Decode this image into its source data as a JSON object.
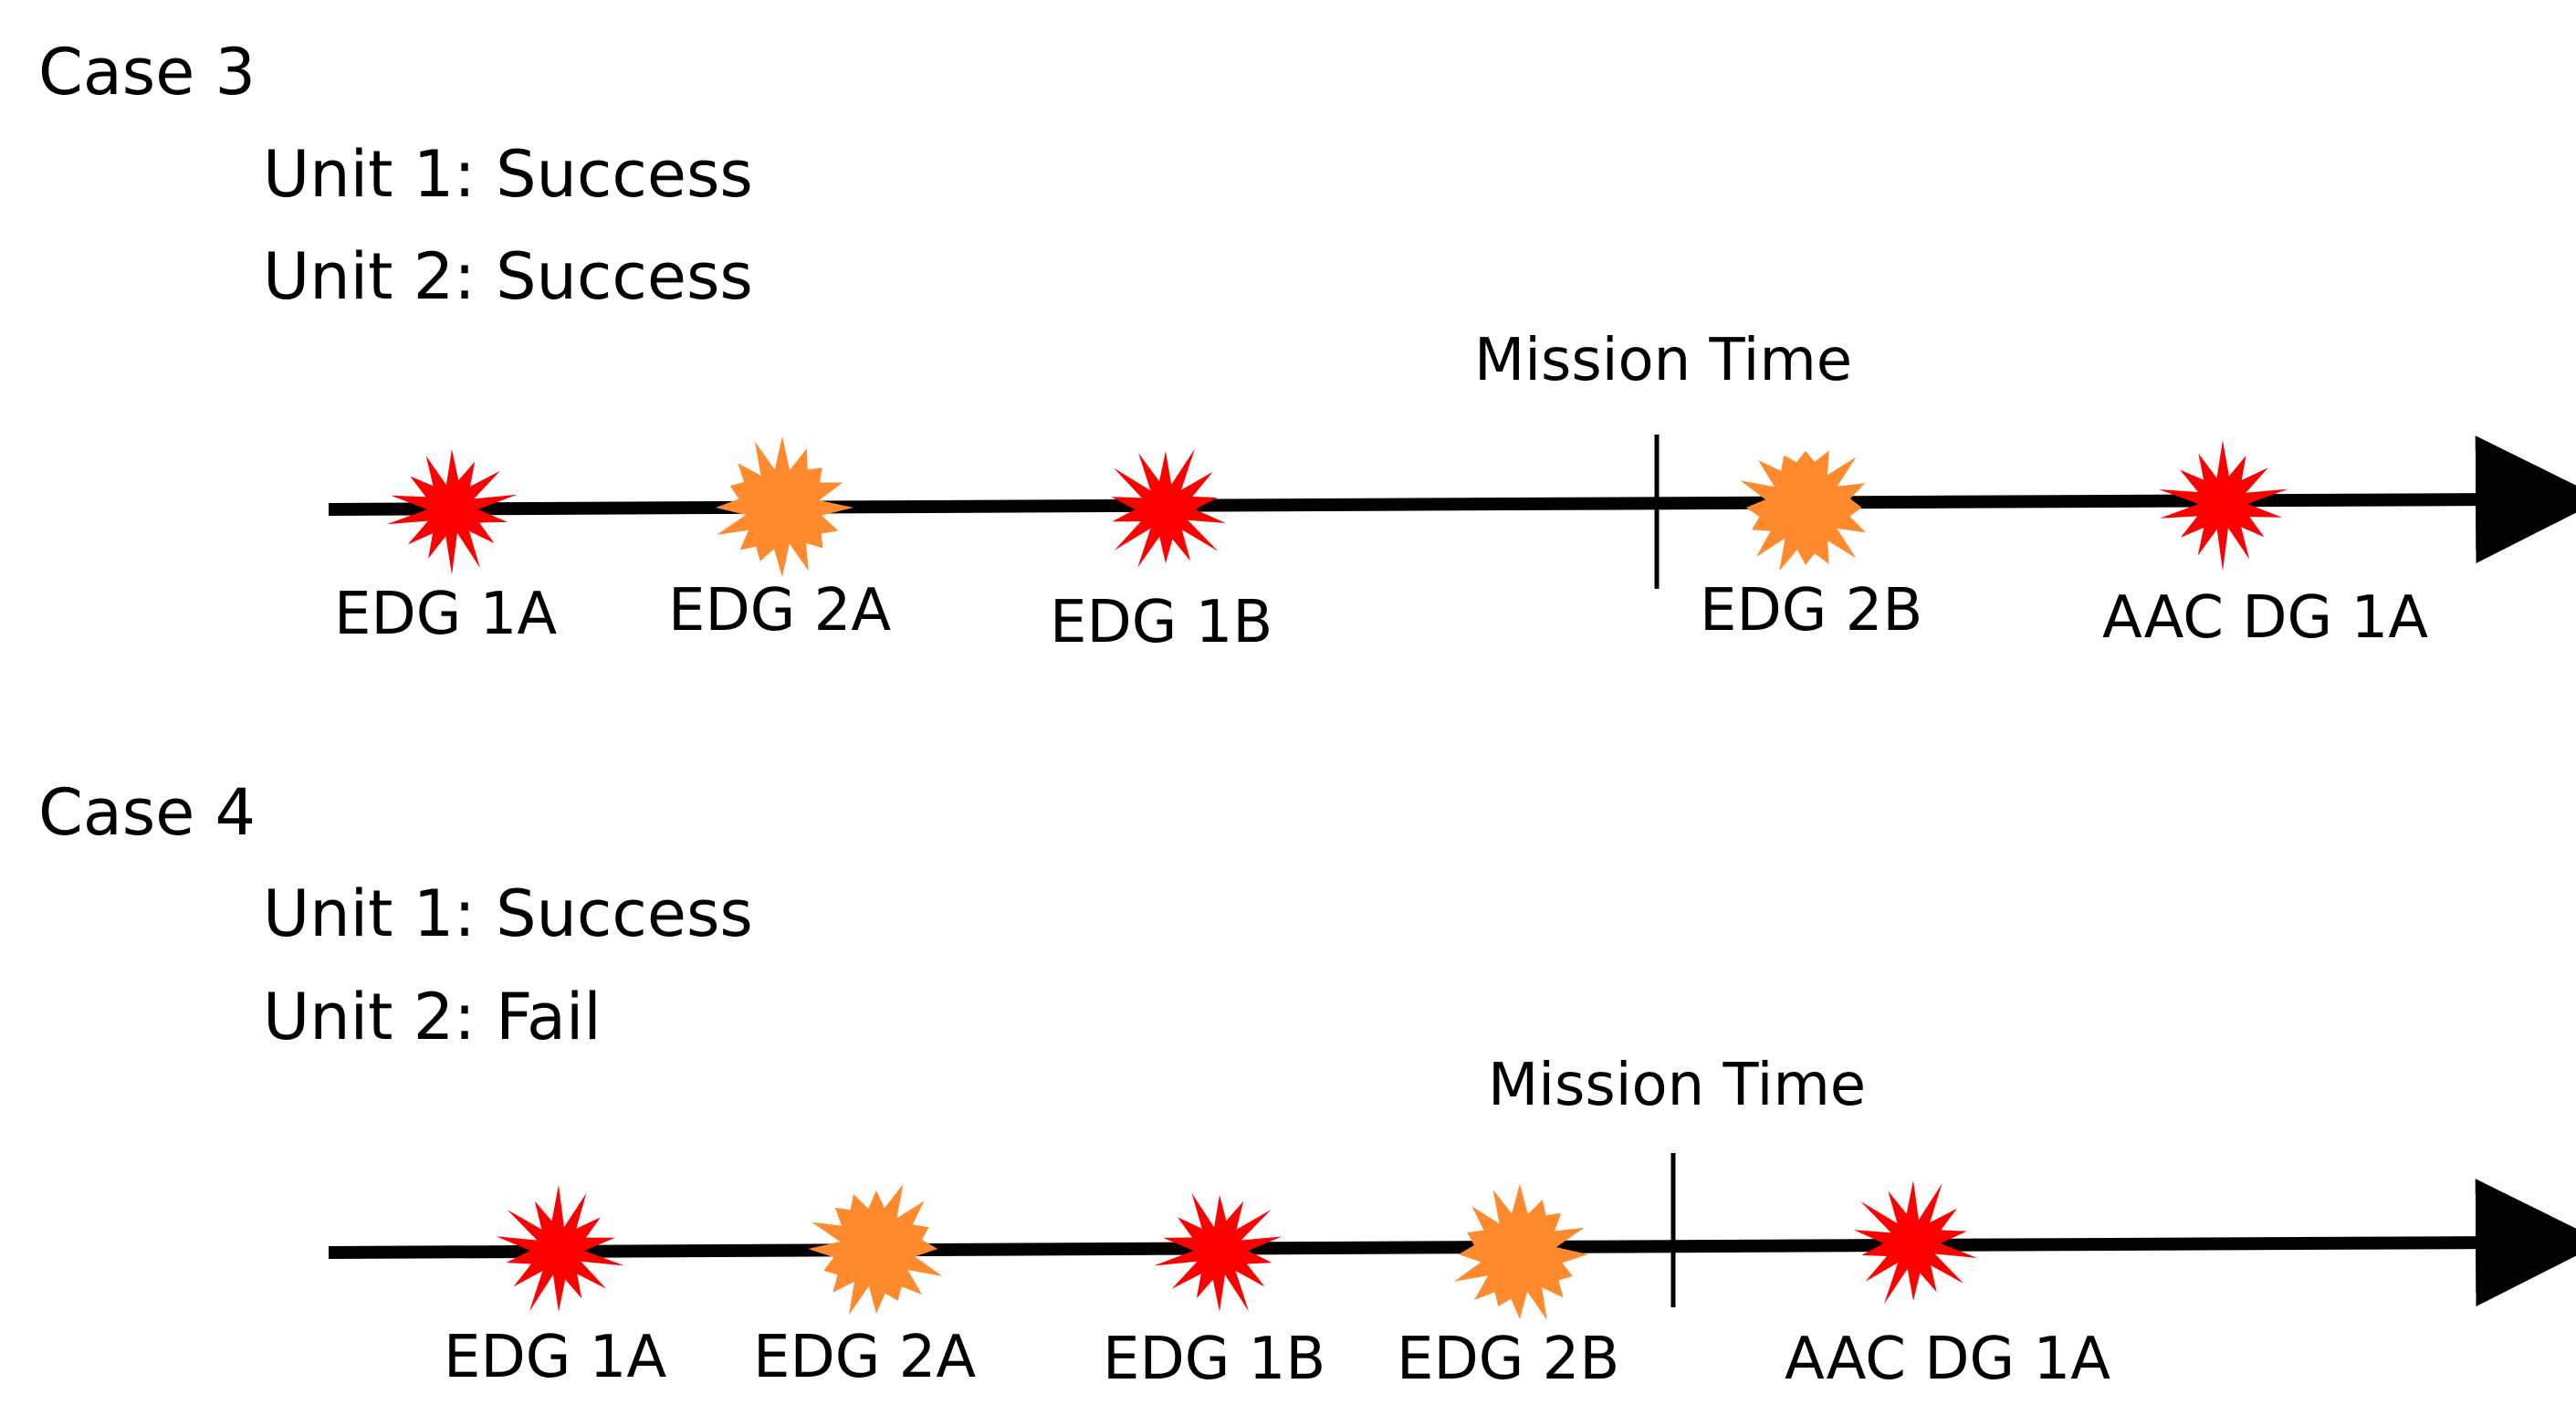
{
  "colors": {
    "red_event": "#ff0000",
    "orange_event": "#ff8a2e",
    "axis": "#000000",
    "background": "#ffffff"
  },
  "cases": [
    {
      "title": "Case 3",
      "unit1": "Unit 1: Success",
      "unit2": "Unit 2: Success",
      "mission_label": "Mission Time",
      "events": [
        {
          "label": "EDG 1A",
          "color": "red"
        },
        {
          "label": "EDG 2A",
          "color": "orange"
        },
        {
          "label": "EDG 1B",
          "color": "red"
        },
        {
          "label": "EDG 2B",
          "color": "orange"
        },
        {
          "label": "AAC DG 1A",
          "color": "red"
        }
      ]
    },
    {
      "title": "Case 4",
      "unit1": "Unit 1: Success",
      "unit2": "Unit 2: Fail",
      "mission_label": "Mission Time",
      "events": [
        {
          "label": "EDG 1A",
          "color": "red"
        },
        {
          "label": "EDG 2A",
          "color": "orange"
        },
        {
          "label": "EDG 1B",
          "color": "red"
        },
        {
          "label": "EDG 2B",
          "color": "orange"
        },
        {
          "label": "AAC DG 1A",
          "color": "red"
        }
      ]
    }
  ]
}
